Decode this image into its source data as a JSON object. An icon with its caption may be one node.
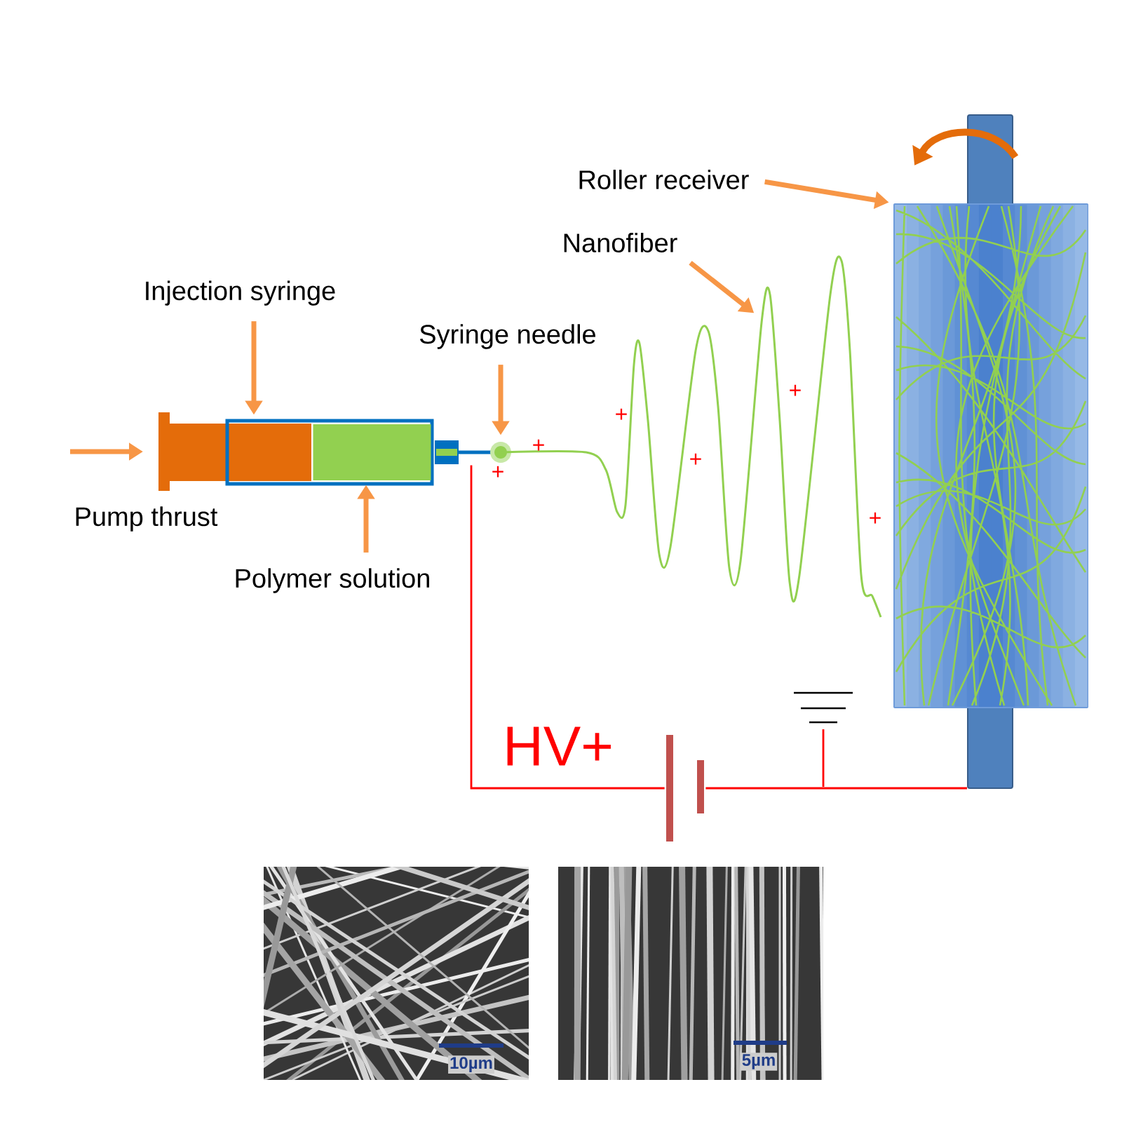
{
  "diagram": {
    "nodes": [
      {
        "text": [
          "Injection syringe"
        ]
      },
      {
        "text": [],
        "shape": "box"
      },
      {
        "text": [],
        "shape": "box",
        "in": 1
      },
      {
        "text": [
          "Syringe needle"
        ]
      },
      {
        "text": [],
        "shape": "needle"
      },
      {
        "text": [
          "Polymer solution"
        ]
      },
      {
        "text": [
          "Nanofiber"
        ]
      },
      {
        "text": [
          "Roller receiver"
        ]
      },
      {
        "text": [],
        "shape": "cylinder"
      },
      {
        "text": [],
        "shape": "bar"
      },
      {
        "text": [],
        "shape": "battery"
      },
      {
        "text": [
          "10µm"
        ]
      },
      {
        "text": [
          "5µm"
        ]
      }
    ],
    "edges": [
      {
        "from": 0,
        "to": 1,
        "arrow": "to"
      },
      {
        "from": 3,
        "to": 4,
        "arrow": "to"
      },
      {
        "from": 5,
        "to": 2,
        "arrow": "to"
      },
      {
        "from": 6,
        "to": null,
        "arrow": "to"
      },
      {
        "from": 7,
        "to": 8,
        "arrow": "to"
      },
      {
        "from": 4,
        "to": 10,
        "arrow": "none",
        "color": "#ff0000"
      },
      {
        "from": 10,
        "to": 9,
        "arrow": "none",
        "color": "#ff0000"
      }
    ],
    "labels": [
      "Pump thrust",
      "HV+",
      "+",
      "+",
      "+",
      "+",
      "+",
      "+"
    ]
  }
}
